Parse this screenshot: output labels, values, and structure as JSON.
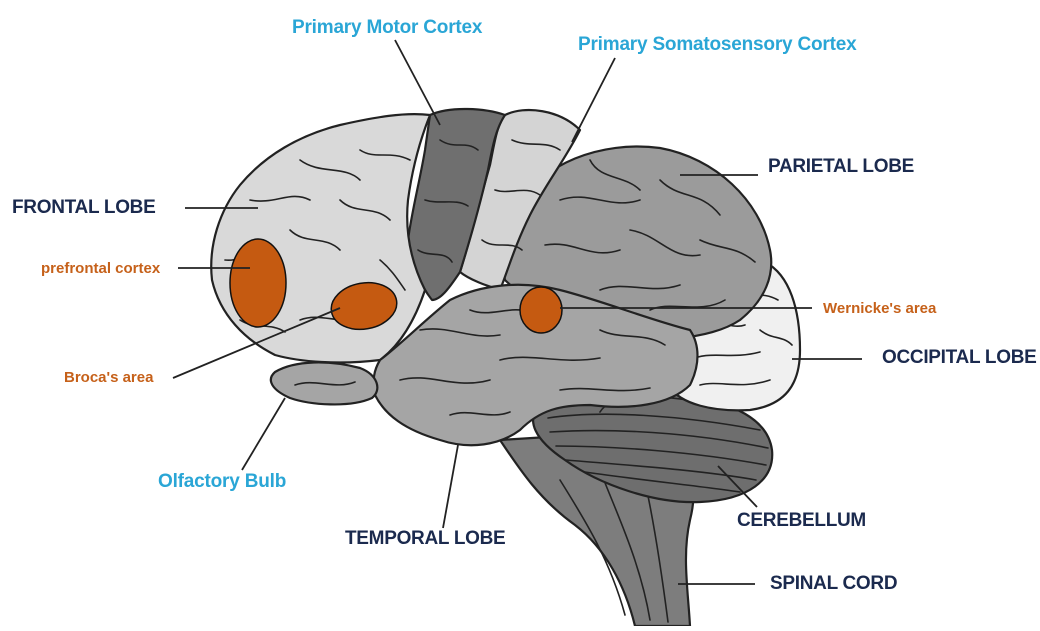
{
  "labels": {
    "primary_motor_cortex": "Primary Motor Cortex",
    "primary_somatosensory_cortex": "Primary Somatosensory Cortex",
    "frontal_lobe": "FRONTAL LOBE",
    "parietal_lobe": "PARIETAL LOBE",
    "occipital_lobe": "OCCIPITAL LOBE",
    "temporal_lobe": "TEMPORAL LOBE",
    "cerebellum": "CEREBELLUM",
    "spinal_cord": "SPINAL CORD",
    "olfactory_bulb": "Olfactory Bulb",
    "prefrontal_cortex": "prefrontal cortex",
    "brocas_area": "Broca's area",
    "wernickes_area": "Wernicke's area"
  },
  "colors": {
    "lobe_label": "#1b2a4e",
    "highlight_label": "#2aa6d6",
    "area_label": "#c6611a",
    "area_fill": "#c55a11",
    "frontal": "#d9d9d9",
    "motor": "#6f6f6f",
    "somatosensory": "#d4d4d4",
    "parietal": "#9b9b9b",
    "occipital": "#f0f0f0",
    "temporal": "#a5a5a5",
    "cerebellum": "#6e6e6e",
    "brainstem": "#7d7d7d"
  }
}
